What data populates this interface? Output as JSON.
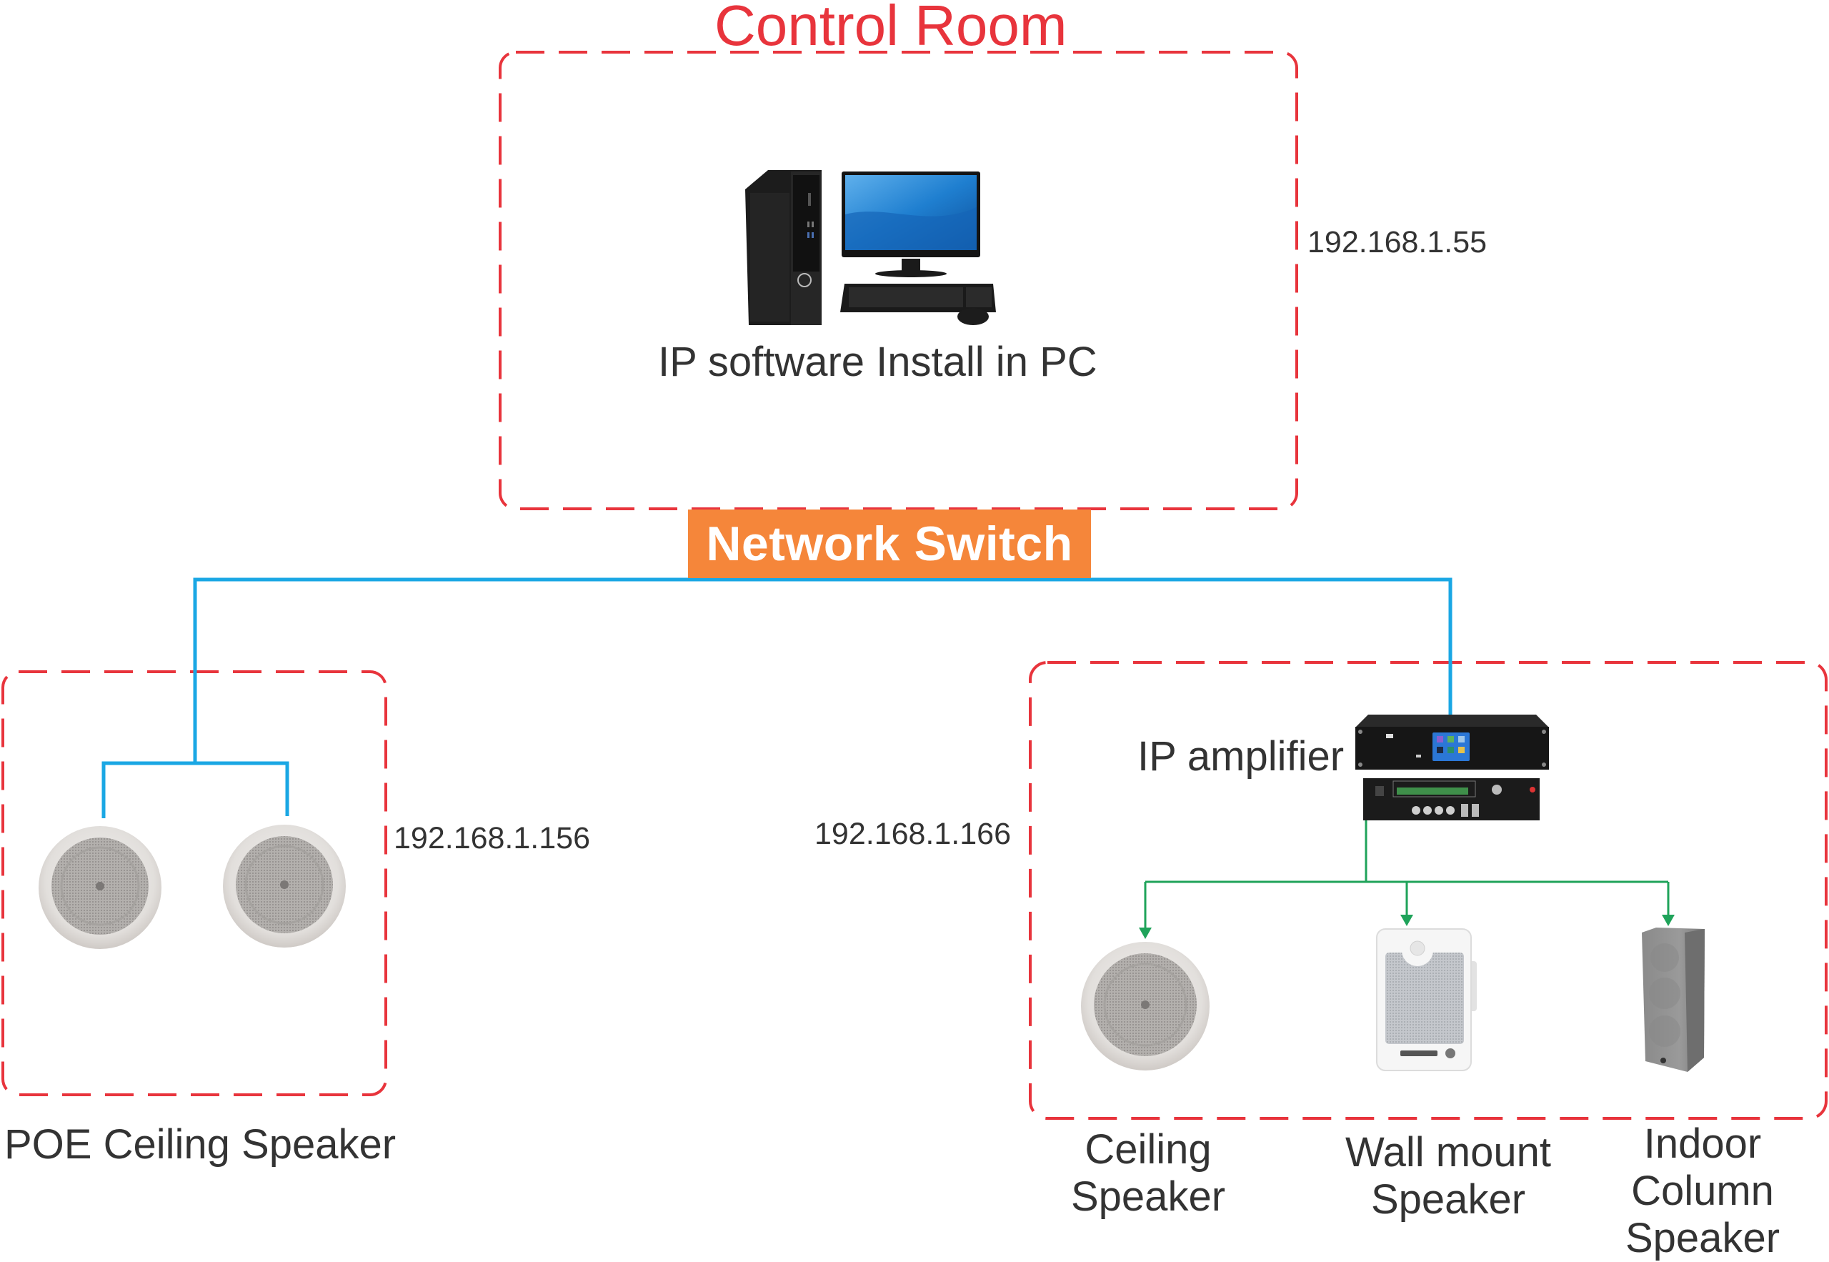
{
  "diagram": {
    "title": "Control Room",
    "colors": {
      "zone_border": "#e8343c",
      "network_line": "#1aa7e4",
      "audio_line": "#1fa35a",
      "switch_fill": "#f5863a",
      "text": "#333333"
    }
  },
  "control_room": {
    "pc_label": "IP software Install in PC",
    "pc_ip": "192.168.1.55"
  },
  "network_switch": {
    "label": "Network Switch"
  },
  "poe_zone": {
    "ip": "192.168.1.156",
    "label": "POE  Ceiling Speaker",
    "speaker_count": 2
  },
  "amplifier_zone": {
    "ip": "192.168.1.166",
    "amplifier_label": "IP amplifier",
    "speakers": [
      {
        "lines": [
          "Ceiling",
          "Speaker"
        ]
      },
      {
        "lines": [
          "Wall mount",
          "Speaker"
        ]
      },
      {
        "lines": [
          "Indoor",
          "Column",
          "Speaker"
        ]
      }
    ]
  }
}
